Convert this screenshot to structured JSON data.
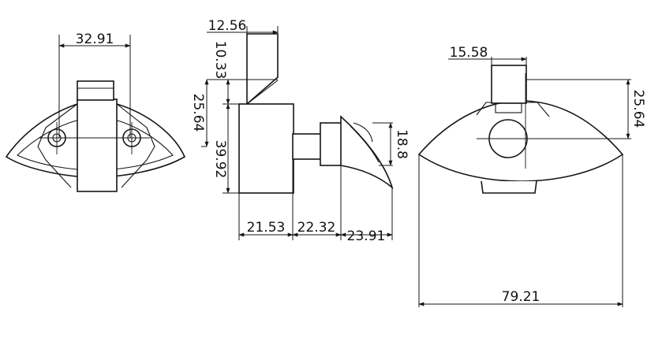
{
  "dimensions": {
    "front_width": "32.91",
    "side_top_width": "12.56",
    "side_top_height": "10.33",
    "side_right_height": "25.64",
    "side_body_height": "39.92",
    "side_depth_body": "21.53",
    "side_depth_stem": "22.32",
    "side_depth_head": "23.91",
    "side_head_height": "18.8",
    "rear_top_width": "15.58",
    "rear_right_height": "25.64",
    "rear_overall_width": "79.21"
  }
}
